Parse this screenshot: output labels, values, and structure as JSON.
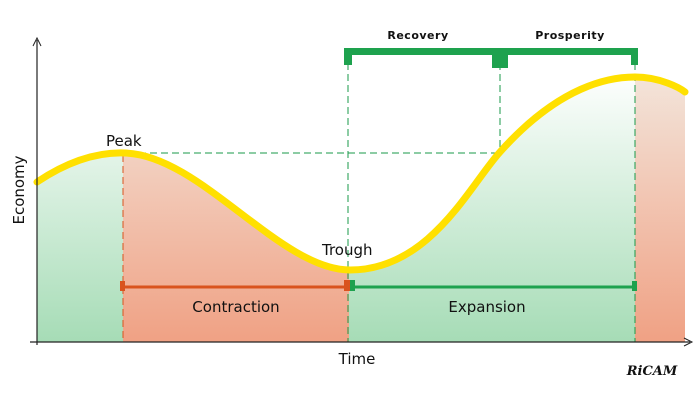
{
  "axes": {
    "x_label": "Time",
    "y_label": "Economy"
  },
  "points": {
    "peak": "Peak",
    "trough": "Trough"
  },
  "phases": {
    "contraction": "Contraction",
    "expansion": "Expansion",
    "recovery": "Recovery",
    "prosperity": "Prosperity"
  },
  "logo": "RiCAM",
  "colors": {
    "curve": "#ffe000",
    "green": "#1ea24e",
    "orange": "#d9531e",
    "green_fill": "#a6dcb6",
    "orange_fill": "#f0a184"
  }
}
